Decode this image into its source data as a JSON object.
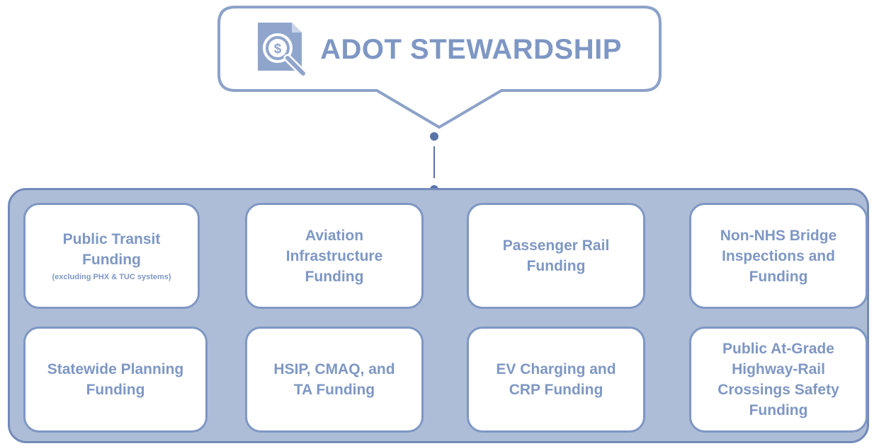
{
  "header": {
    "title": "ADOT STEWARDSHIP",
    "icon": "document-dollar-magnifier-icon"
  },
  "cards": [
    {
      "title": "Public Transit\nFunding",
      "note": "(excluding PHX & TUC systems)"
    },
    {
      "title": "Aviation\nInfrastructure\nFunding",
      "note": ""
    },
    {
      "title": "Passenger Rail\nFunding",
      "note": ""
    },
    {
      "title": "Non-NHS Bridge\nInspections and\nFunding",
      "note": ""
    },
    {
      "title": "Statewide Planning\nFunding",
      "note": ""
    },
    {
      "title": "HSIP, CMAQ, and\nTA Funding",
      "note": ""
    },
    {
      "title": "EV Charging and\nCRP Funding",
      "note": ""
    },
    {
      "title": "Public At-Grade\nHighway-Rail\nCrossings Safety\nFunding",
      "note": ""
    }
  ],
  "colors": {
    "accent_text": "#7E97C4",
    "callout_border": "#8CA2C9",
    "panel_fill": "#AEBDD7",
    "panel_border": "#7389B8",
    "connector": "#5873A8"
  }
}
